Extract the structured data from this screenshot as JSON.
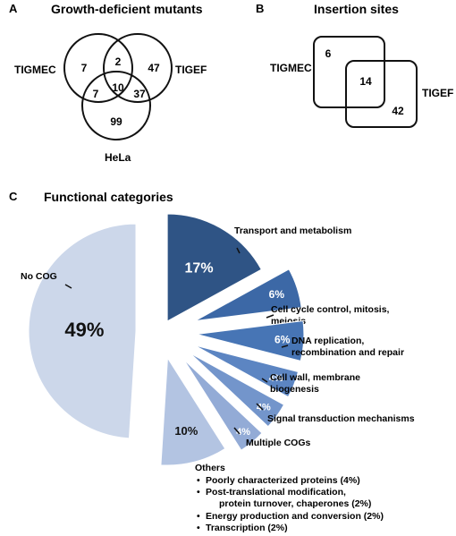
{
  "panel_a": {
    "letter": "A",
    "title": "Growth-deficient mutants",
    "sets": [
      "TIGMEC",
      "TIGEF",
      "HeLa"
    ],
    "regions": {
      "tigmec_only": "7",
      "tigef_only": "47",
      "hela_only": "99",
      "tigmec_tigef": "2",
      "tigmec_hela": "7",
      "tigef_hela": "37",
      "all_three": "10"
    }
  },
  "panel_b": {
    "letter": "B",
    "title": "Insertion sites",
    "sets": [
      "TIGMEC",
      "TIGEF"
    ],
    "regions": {
      "tigmec_only": "6",
      "both": "14",
      "tigef_only": "42"
    }
  },
  "panel_c": {
    "letter": "C",
    "title": "Functional categories",
    "others": {
      "heading": "Others",
      "items": [
        "Poorly characterized proteins (4%)",
        "Post-translational modification,",
        "protein turnover, chaperones (2%)",
        "Energy production and conversion (2%)",
        "Transcription (2%)"
      ]
    }
  },
  "chart_data": {
    "type": "pie",
    "title": "Functional categories",
    "slices": [
      {
        "label": "Transport and metabolism",
        "value": 17,
        "value_label": "17%",
        "color": "#2f5485"
      },
      {
        "label": "Cell cycle control, mitosis, meiosis",
        "label_lines": [
          "Cell cycle control, mitosis,",
          "meiosis"
        ],
        "value": 6,
        "value_label": "6%",
        "color": "#3c68a6"
      },
      {
        "label": "DNA replication, recombination and repair",
        "label_lines": [
          "DNA replication,",
          "recombination and repair"
        ],
        "value": 6,
        "value_label": "6%",
        "color": "#4775b5"
      },
      {
        "label": "Cell wall, membrane biogenesis",
        "label_lines": [
          "Cell wall, membrane",
          "biogenesis"
        ],
        "value": 4,
        "value_label": "4%",
        "color": "#5c85c2"
      },
      {
        "label": "Signal transduction mechanisms",
        "value": 4,
        "value_label": "4%",
        "color": "#7395cb"
      },
      {
        "label": "Multiple COGs",
        "value": 4,
        "value_label": "4%",
        "color": "#93abd6"
      },
      {
        "label": "Others",
        "value": 10,
        "value_label": "10%",
        "color": "#b3c4e2"
      },
      {
        "label": "No COG",
        "value": 49,
        "value_label": "49%",
        "color": "#ccd7ea"
      }
    ]
  }
}
